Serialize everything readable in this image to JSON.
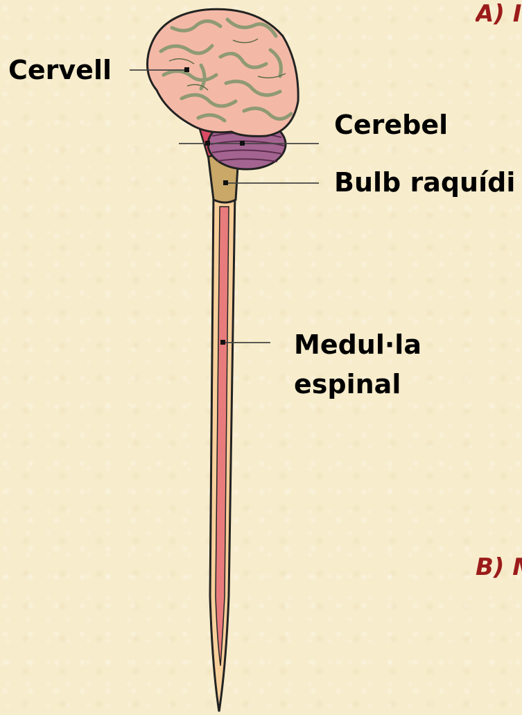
{
  "labels": {
    "cervell": "Cervell",
    "cerebel": "Cerebel",
    "bulb": "Bulb raquídi",
    "medulla_line1": "Medul·la",
    "medulla_line2": "espinal"
  },
  "sections": {
    "a": "A) I",
    "b": "B) M"
  },
  "colors": {
    "background": "#f7eccb",
    "brain": "#f3b9a6",
    "brain_folds": "#8f9a74",
    "cerebellum": "#a46491",
    "pons": "#d94a63",
    "medulla_oblongata": "#c9a868",
    "spinal_cord_outer": "#f7cf9b",
    "spinal_cord_inner": "#e87c7c",
    "section_title": "#9b1b1b"
  }
}
